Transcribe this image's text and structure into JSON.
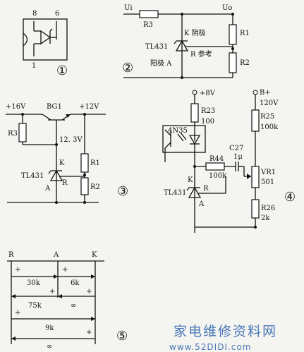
{
  "fig1": {
    "pin_8": "8",
    "pin_6": "6",
    "pin_1": "1",
    "number": "①"
  },
  "fig2": {
    "ui": "Ui",
    "uo": "Uo",
    "r3": "R3",
    "r1": "R1",
    "r2": "R2",
    "k_cathode": "K 阴极",
    "tl431": "TL431",
    "r_ref": "R 参考",
    "anode_a": "阳极 A",
    "number": "②"
  },
  "fig3": {
    "v16": "+16V",
    "bg1": "BG1",
    "v12": "+12V",
    "r3": "R3",
    "v123": "12. 3V",
    "k": "K",
    "r1": "R1",
    "tl431": "TL431",
    "r": "R",
    "a": "A",
    "r2": "R2",
    "number": "③"
  },
  "fig4": {
    "v8": "+8V",
    "bplus": "B+",
    "r23": "R23",
    "r23_val": "100",
    "v120": "120V",
    "r25": "R25",
    "r25_val": "100k",
    "opto": "4N35",
    "c27": "C27",
    "c27_val": "1μ",
    "r44": "R44",
    "r44_val": "100k",
    "vr1": "VR1",
    "vr1_val": "501",
    "k": "K",
    "tl431": "TL431",
    "r": "R",
    "a": "A",
    "r26": "R26",
    "r26_val": "2k",
    "number": "④"
  },
  "fig5": {
    "h_r": "R",
    "h_a": "A",
    "h_k": "K",
    "plus": "+",
    "v30k": "30k",
    "v6k": "6k",
    "v75k": "75k",
    "inf1": "∞",
    "v9k": "9k",
    "inf2": "∞",
    "number": "⑤"
  },
  "watermark": {
    "title": "家电维修资料网",
    "url": "www.52DIDI.com"
  }
}
